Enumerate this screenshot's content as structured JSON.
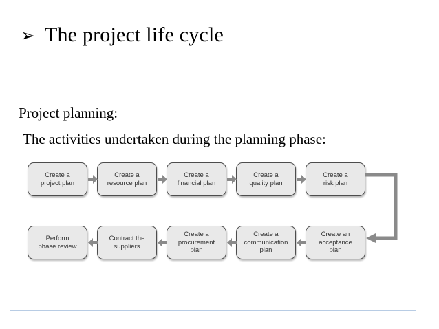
{
  "slide": {
    "title": "The project life cycle",
    "bullet_glyph": "➢",
    "frame_border_color": "#b8cce4"
  },
  "body": {
    "heading": "Project planning:",
    "subheading": "The activities undertaken during the planning phase:"
  },
  "diagram": {
    "type": "flowchart",
    "box_fill_color": "#e9e9e9",
    "box_border_color": "#4d4d4d",
    "arrow_color": "#8a8a8a",
    "top_row": [
      {
        "label": "Create a\nproject plan"
      },
      {
        "label": "Create a\nresource plan"
      },
      {
        "label": "Create a\nfinancial plan"
      },
      {
        "label": "Create a\nquality plan"
      },
      {
        "label": "Create a\nrisk plan"
      }
    ],
    "bottom_row": [
      {
        "label": "Perform\nphase review"
      },
      {
        "label": "Contract the\nsuppliers"
      },
      {
        "label": "Create a\nprocurement\nplan"
      },
      {
        "label": "Create a\ncommunication\nplan"
      },
      {
        "label": "Create an\nacceptance\nplan"
      }
    ]
  }
}
